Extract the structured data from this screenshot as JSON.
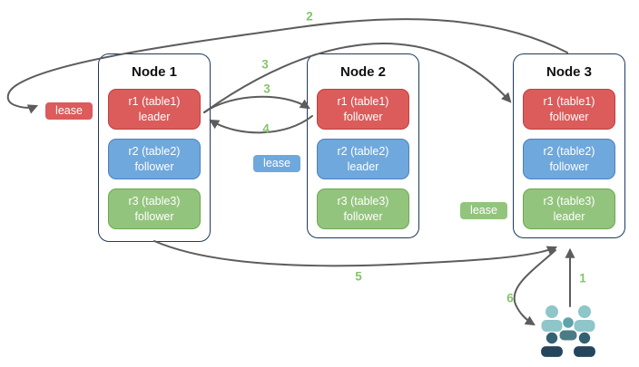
{
  "colors": {
    "red-fill": "#DC5B5B",
    "red-border": "#BE4040",
    "blue-fill": "#6FA8DC",
    "blue-border": "#4E7FBE",
    "green-fill": "#93C47D",
    "green-border": "#6AA84F",
    "node-border": "#1E3A5F",
    "arrow": "#5C5C5C",
    "step-label": "#84C46A",
    "text-on-block": "#FFFFFF",
    "people-light": "#8EC6C9",
    "people-mid": "#5FA3AC",
    "people-mid-body": "#4C7A87",
    "people-dark-head": "#336073",
    "people-dark-body": "#24455C"
  },
  "nodes": [
    {
      "title": "Node 1",
      "replicas": [
        {
          "name": "r1 (table1)",
          "role": "leader",
          "color": "red"
        },
        {
          "name": "r2 (table2)",
          "role": "follower",
          "color": "blue"
        },
        {
          "name": "r3 (table3)",
          "role": "follower",
          "color": "green"
        }
      ]
    },
    {
      "title": "Node 2",
      "replicas": [
        {
          "name": "r1 (table1)",
          "role": "follower",
          "color": "red"
        },
        {
          "name": "r2 (table2)",
          "role": "leader",
          "color": "blue"
        },
        {
          "name": "r3 (table3)",
          "role": "follower",
          "color": "green"
        }
      ]
    },
    {
      "title": "Node 3",
      "replicas": [
        {
          "name": "r1 (table1)",
          "role": "follower",
          "color": "red"
        },
        {
          "name": "r2 (table2)",
          "role": "follower",
          "color": "blue"
        },
        {
          "name": "r3 (table3)",
          "role": "leader",
          "color": "green"
        }
      ]
    }
  ],
  "leases": [
    {
      "text": "lease",
      "color": "red"
    },
    {
      "text": "lease",
      "color": "blue"
    },
    {
      "text": "lease",
      "color": "green"
    }
  ],
  "steps": {
    "one": "1",
    "two": "2",
    "three_a": "3",
    "three_b": "3",
    "four": "4",
    "five": "5",
    "six": "6"
  }
}
